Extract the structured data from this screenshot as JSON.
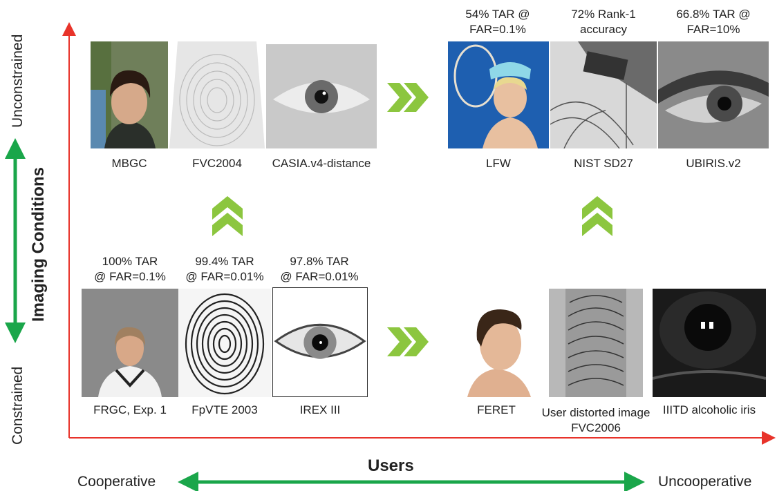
{
  "axes": {
    "y_title": "Imaging Conditions",
    "y_top": "Unconstrained",
    "y_bottom": "Constrained",
    "x_title": "Users",
    "x_left": "Cooperative",
    "x_right": "Uncooperative"
  },
  "top_left": {
    "images": [
      {
        "label": "MBGC",
        "icon": "face-photo-icon"
      },
      {
        "label": "FVC2004",
        "icon": "fingerprint-icon"
      },
      {
        "label": "CASIA.v4-distance",
        "icon": "eye-icon"
      }
    ]
  },
  "top_right": {
    "metrics": [
      {
        "line1": "54% TAR @",
        "line2": "FAR=0.1%"
      },
      {
        "line1": "72% Rank-1",
        "line2": "accuracy"
      },
      {
        "line1": "66.8% TAR @",
        "line2": "FAR=10%"
      }
    ],
    "images": [
      {
        "label": "LFW",
        "icon": "face-photo-icon"
      },
      {
        "label": "NIST SD27",
        "icon": "fingerprint-icon"
      },
      {
        "label": "UBIRIS.v2",
        "icon": "eye-icon"
      }
    ]
  },
  "bottom_left": {
    "metrics": [
      {
        "line1": "100% TAR",
        "line2": "@ FAR=0.1%"
      },
      {
        "line1": "99.4% TAR",
        "line2": "@ FAR=0.01%"
      },
      {
        "line1": "97.8% TAR",
        "line2": "@ FAR=0.01%"
      }
    ],
    "images": [
      {
        "label": "FRGC, Exp. 1",
        "icon": "face-photo-icon"
      },
      {
        "label": "FpVTE 2003",
        "icon": "fingerprint-icon"
      },
      {
        "label": "IREX III",
        "icon": "eye-icon"
      }
    ]
  },
  "bottom_right": {
    "images": [
      {
        "label": "FERET",
        "icon": "face-photo-icon"
      },
      {
        "label_line1": "User distorted image",
        "label_line2": "FVC2006",
        "icon": "fingerprint-icon"
      },
      {
        "label": "IIITD alcoholic iris",
        "icon": "eye-icon"
      }
    ]
  },
  "colors": {
    "axis_red": "#e8332a",
    "arrow_green": "#1aa64a",
    "chevron_green": "#8cc63f"
  }
}
